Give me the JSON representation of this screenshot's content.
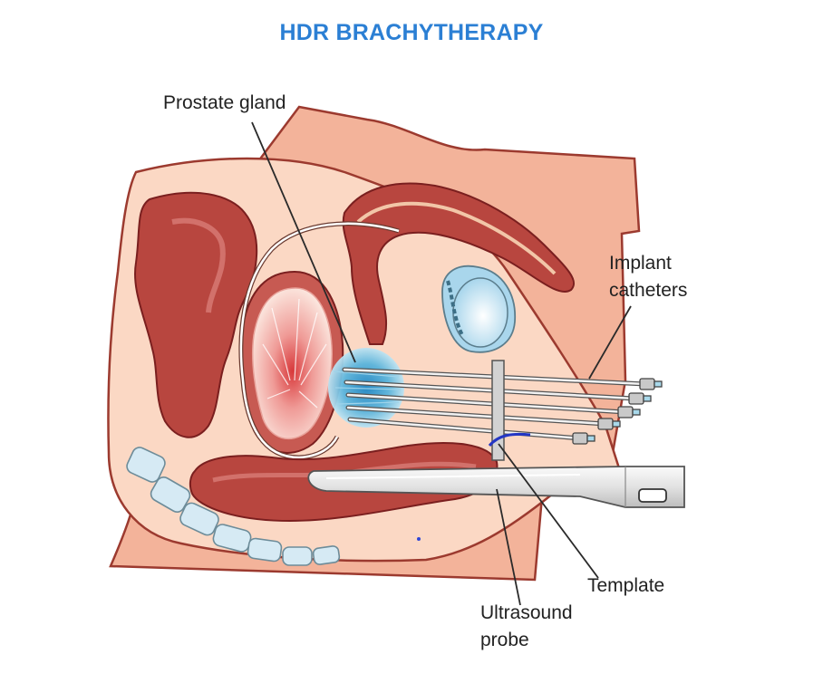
{
  "title": "HDR BRACHYTHERAPY",
  "labels": {
    "prostate_gland": "Prostate gland",
    "implant_catheters_line1": "Implant",
    "implant_catheters_line2": "catheters",
    "template": "Template",
    "ultrasound_probe_line1": "Ultrasound",
    "ultrasound_probe_line2": "probe"
  },
  "colors": {
    "title": "#2b7fd4",
    "skin": "#fbd8c4",
    "tissue_dark": "#b8463f",
    "tissue_mid": "#d2716b",
    "outline": "#7a1f1f",
    "prostate": "#5ab4dc",
    "probe": "#e8e8e8",
    "bone": "#d6eaf4",
    "leader": "#2a2a2a"
  }
}
